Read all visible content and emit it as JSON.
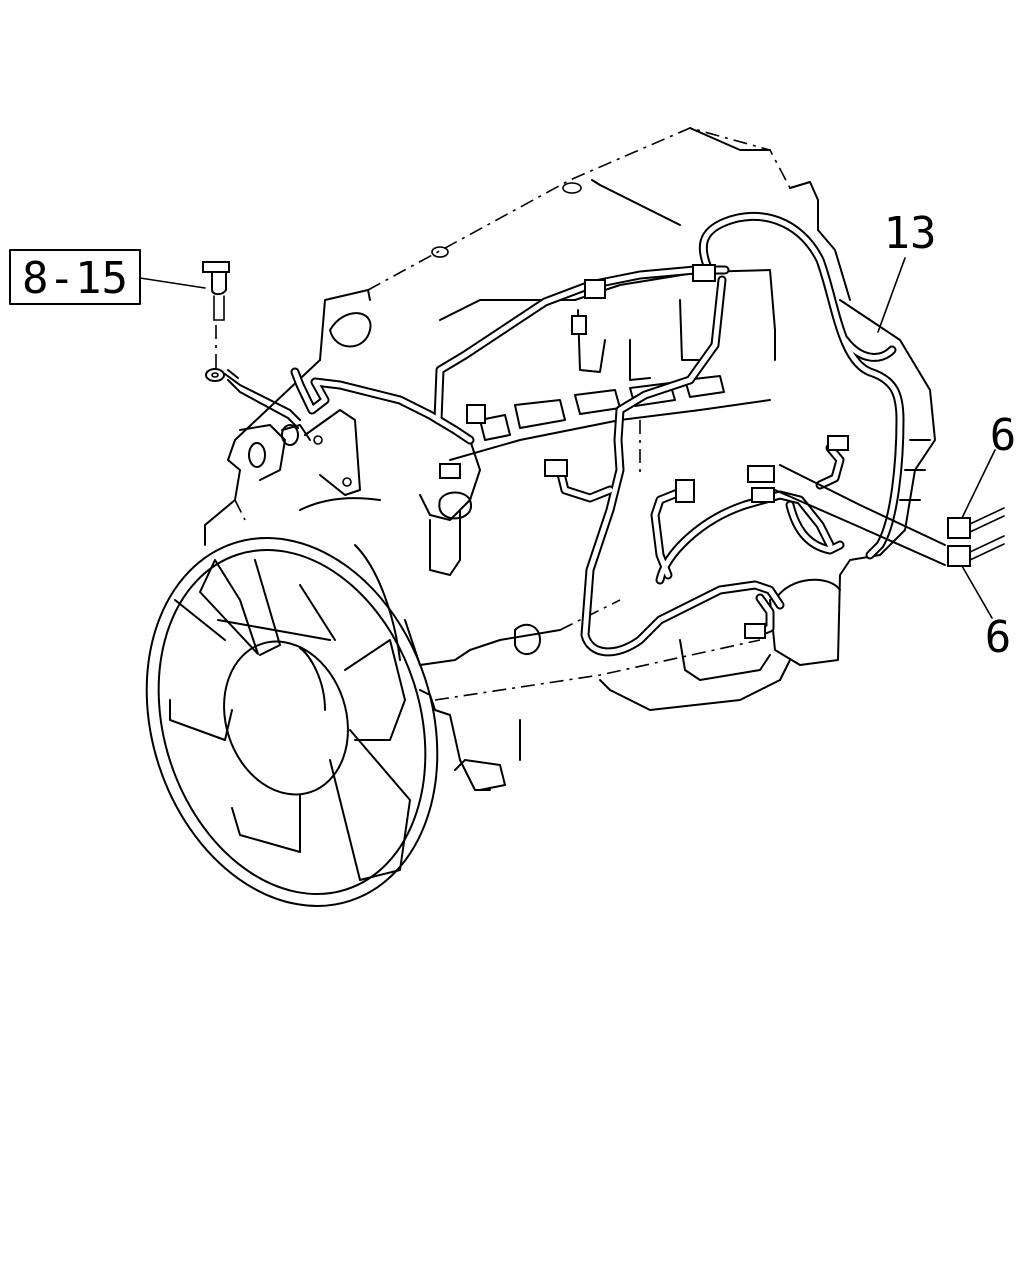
{
  "callouts": {
    "ref_box": "8-15",
    "harness": "13",
    "connector_upper": "6",
    "connector_lower": "6"
  }
}
